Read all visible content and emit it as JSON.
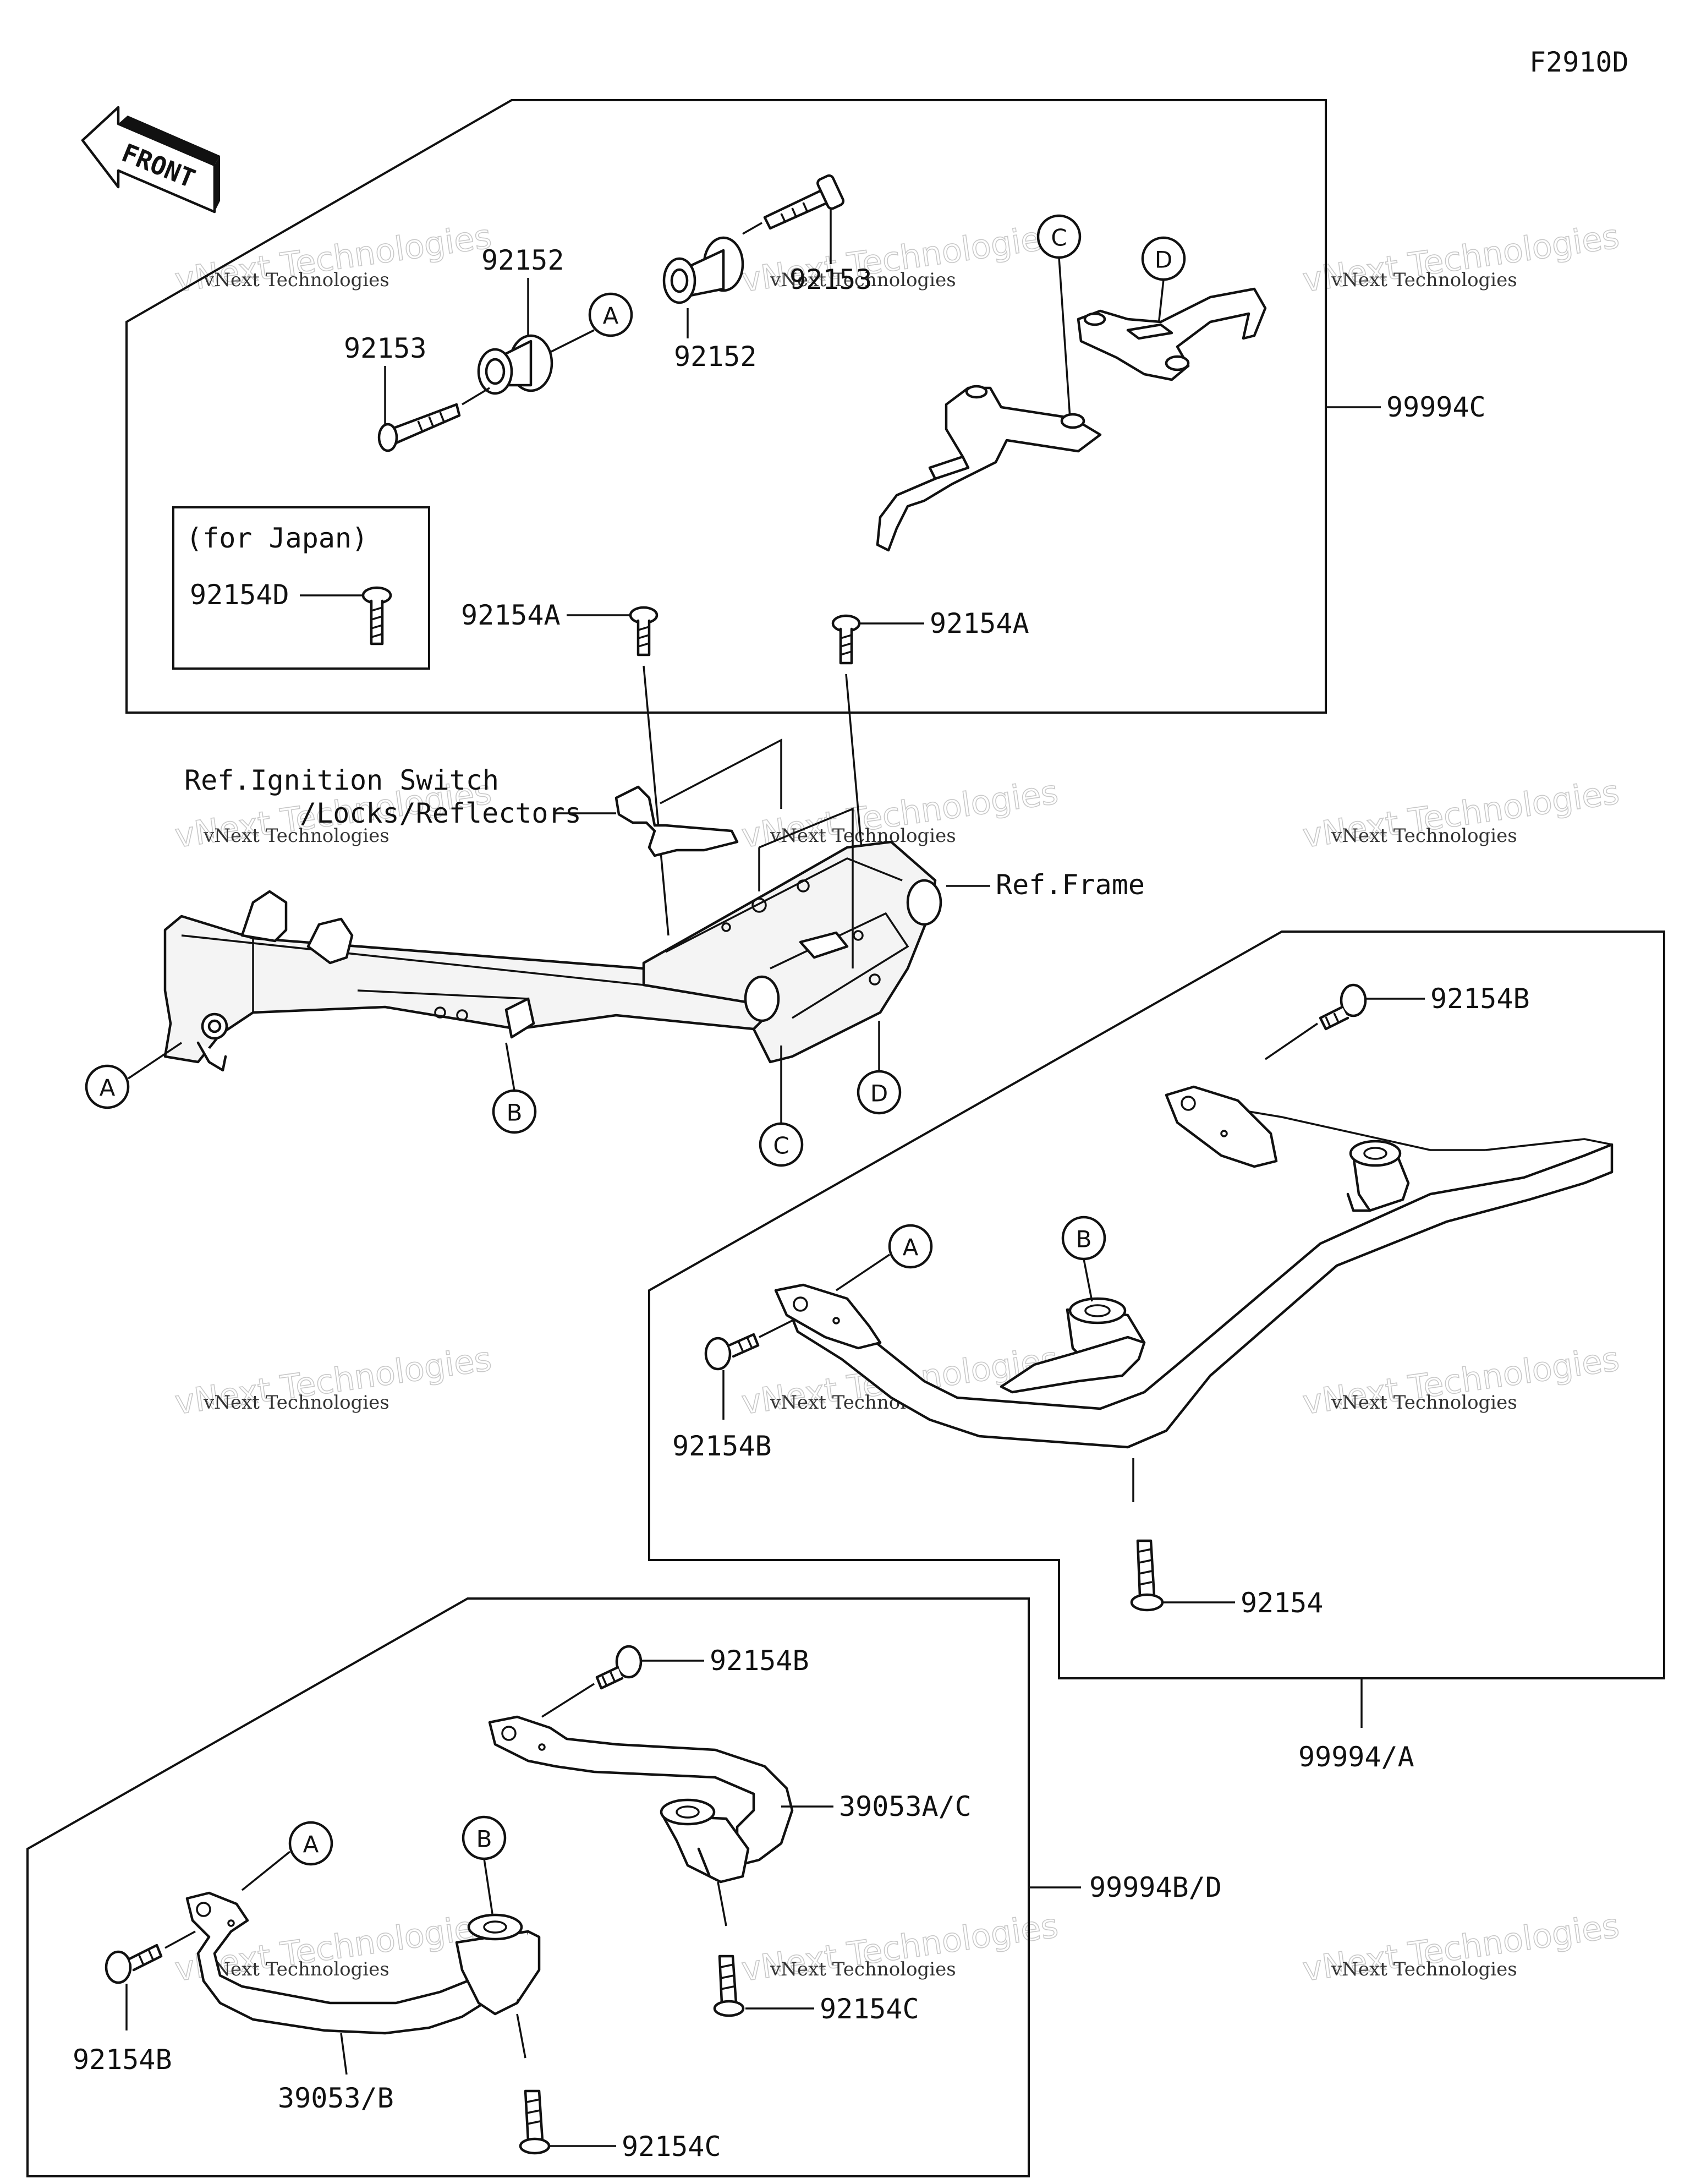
{
  "diagram_code": "F2910D",
  "front_arrow": {
    "text": "FRONT",
    "icon": "front-direction-arrow"
  },
  "japan_box": {
    "title": "(for Japan)",
    "part": "92154D"
  },
  "labels": {
    "p92152_a": "92152",
    "p92153_a": "92153",
    "p92152_b": "92152",
    "p92153_b": "92153",
    "p99994C": "99994C",
    "p92154A_left": "92154A",
    "p92154A_right": "92154A",
    "ref_ignition_1": "Ref.Ignition Switch",
    "ref_ignition_2": "/Locks/Reflectors",
    "ref_frame": "Ref.Frame",
    "p92154B_top": "92154B",
    "p92154B_left": "92154B",
    "p92154": "92154",
    "p99994A": "99994/A",
    "p92154B_bottom": "92154B",
    "p39053AC": "39053A/C",
    "p99994BD": "99994B/D",
    "p92154B_bottom_left": "92154B",
    "p92154C_right": "92154C",
    "p92154C_bottom": "92154C",
    "p39053B": "39053/B"
  },
  "callouts": {
    "a_top": "A",
    "c_top": "C",
    "d_top": "D",
    "a_frame": "A",
    "b_frame": "B",
    "c_frame": "C",
    "d_frame": "D",
    "a_mid": "A",
    "b_mid": "B",
    "a_bottom": "A",
    "b_bottom": "B"
  },
  "watermark": {
    "line1": "vNext Technologies",
    "line2": "vNext Technologies"
  }
}
